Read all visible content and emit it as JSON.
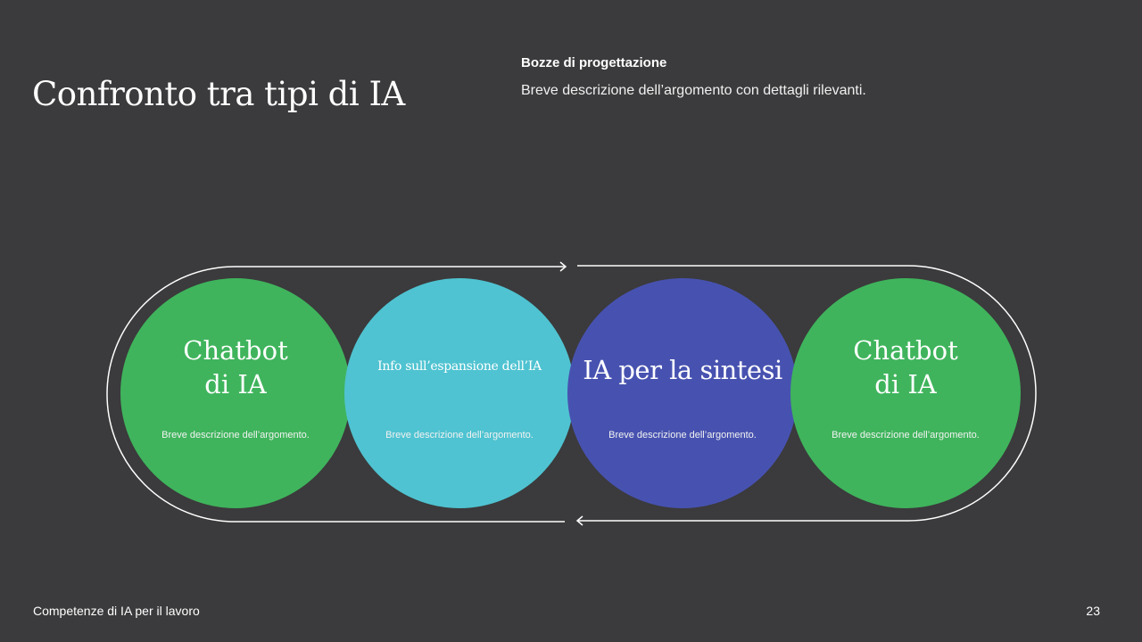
{
  "slide": {
    "title": "Confronto tra tipi di IA",
    "subheading": "Bozze di progettazione",
    "description": "Breve descrizione dell’argomento con dettagli rilevanti."
  },
  "diagram": {
    "type": "cycle",
    "arrow_top_direction": "right",
    "arrow_bottom_direction": "left",
    "track_color": "#ffffff",
    "circles": [
      {
        "title": "Chatbot\ndi IA",
        "title_line1": "Chatbot",
        "title_line2": "di IA",
        "description": "Breve descrizione dell’argomento.",
        "color": "#3fb45c"
      },
      {
        "title": "Info sull’espansione dell’IA",
        "description": "Breve descrizione dell’argomento.",
        "color": "#4fc3d1"
      },
      {
        "title": "IA per la sintesi",
        "description": "Breve descrizione dell’argomento.",
        "color": "#4752b0"
      },
      {
        "title": "Chatbot\ndi IA",
        "title_line1": "Chatbot",
        "title_line2": "di IA",
        "description": "Breve descrizione dell’argomento.",
        "color": "#3fb45c"
      }
    ]
  },
  "footer": {
    "presentation_title": "Competenze di IA per il lavoro",
    "page_number": "23"
  }
}
